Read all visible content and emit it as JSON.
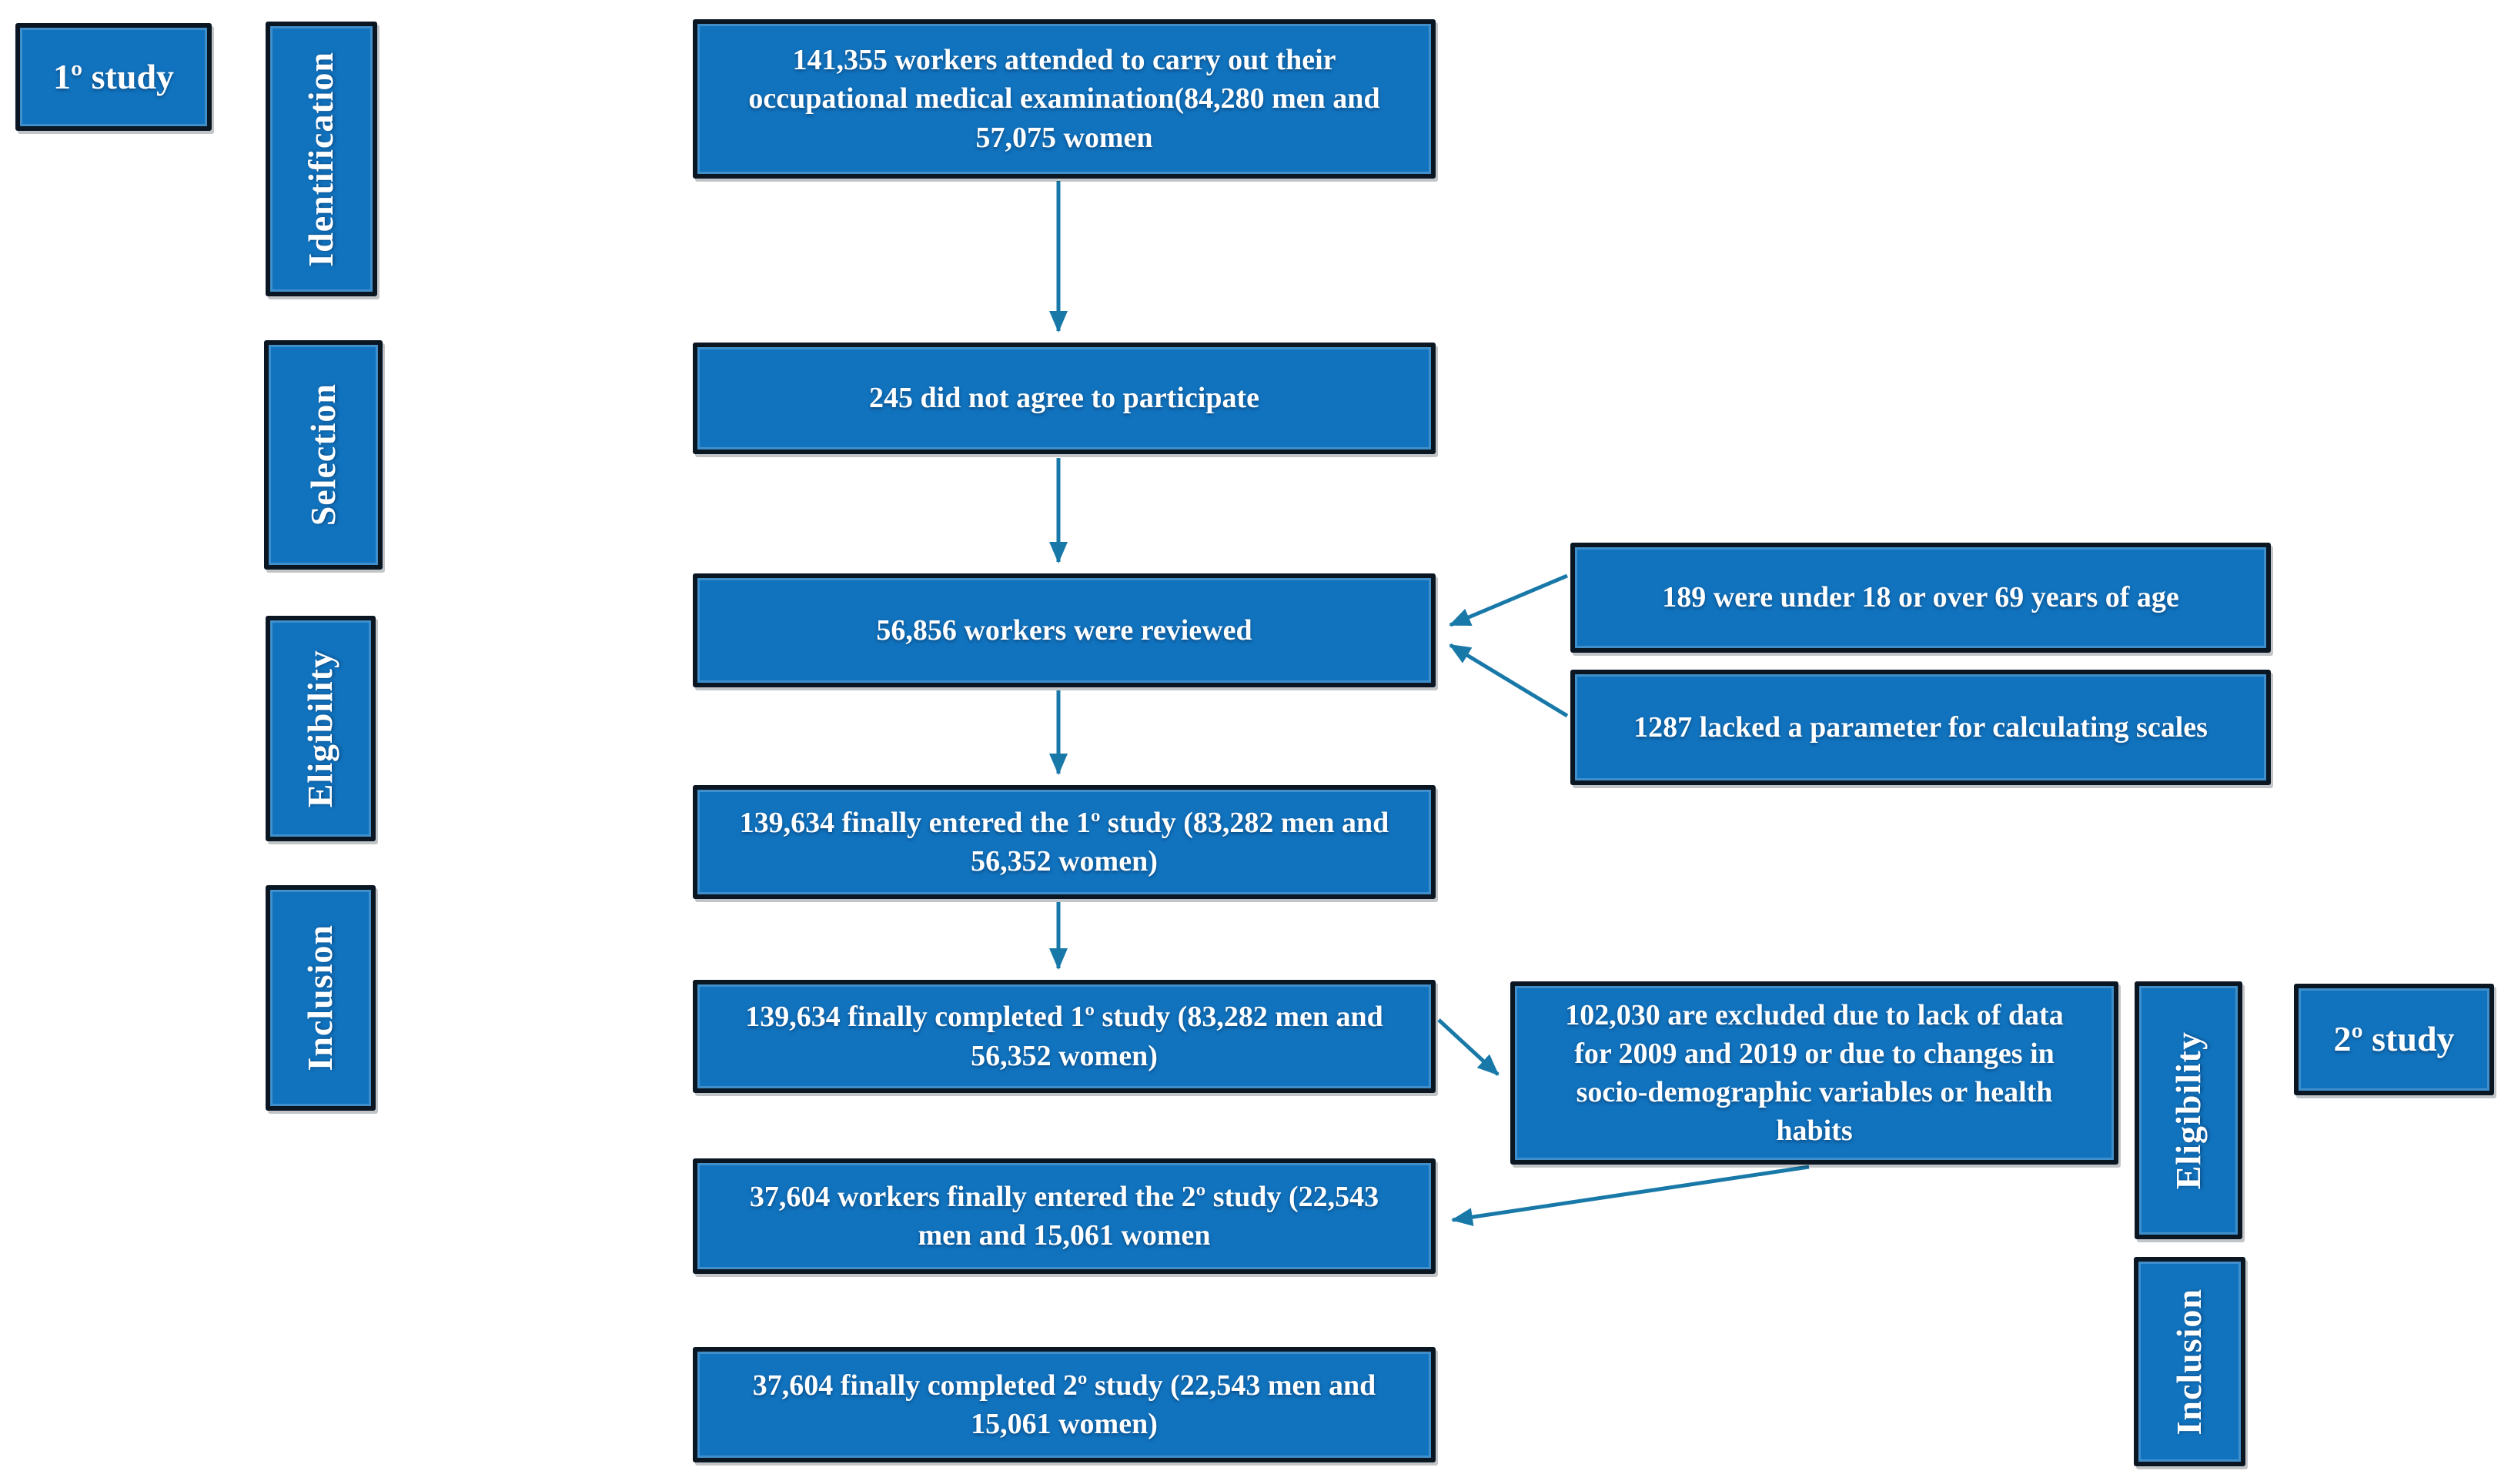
{
  "colors": {
    "box_fill": "#1173BE",
    "box_border": "#0B1623",
    "arrow": "#1879A8",
    "text": "#FFFFFF",
    "background": "#FFFFFF"
  },
  "labels": {
    "study1": "1º study",
    "study2": "2º study",
    "stage_identification": "Identification",
    "stage_selection": "Selection",
    "stage_eligibility_1": "Eligibility",
    "stage_inclusion_1": "Inclusion",
    "stage_eligibility_2": "Eligibility",
    "stage_inclusion_2": "Inclusion"
  },
  "flow_boxes": {
    "attended": "141,355 workers attended to carry out their occupational medical examination(84,280 men and 57,075 women",
    "declined": "245 did not agree to participate",
    "reviewed": "56,856 workers were reviewed",
    "entered_study1": "139,634 finally entered the 1º study (83,282 men and 56,352 women)",
    "completed_study1": "139,634 finally completed 1º study (83,282 men and 56,352 women)",
    "entered_study2": "37,604 workers finally entered the 2º study (22,543 men and 15,061 women",
    "completed_study2": "37,604 finally completed 2º study (22,543 men and 15,061 women)",
    "excluded_age": "189 were under 18 or over 69 years of age",
    "excluded_scales": "1287 lacked a parameter for calculating scales",
    "excluded_followup": "102,030 are excluded due to lack of data for 2009 and 2019 or due to changes in socio-demographic variables or health habits"
  }
}
